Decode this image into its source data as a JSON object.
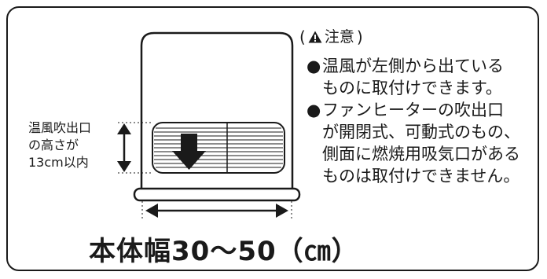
{
  "height_note": {
    "lines": [
      "温風吹出口",
      "の高さが",
      "13cm以内"
    ]
  },
  "caution": {
    "title": "注意",
    "bullet_glyph": "●",
    "items": [
      {
        "lines": [
          "温風が左側から出ている",
          "ものに取付けできます。"
        ]
      },
      {
        "lines": [
          "ファンヒーターの吹出口",
          "が開閉式、可動式のもの、",
          "側面に燃焼用吸気口がある",
          "ものは取付けできません。"
        ]
      }
    ]
  },
  "width_label": "本体幅30～50（㎝）",
  "colors": {
    "ink": "#1a1a1a",
    "background": "#ffffff"
  },
  "icons": [
    "warning-triangle-icon",
    "down-arrow-icon",
    "vertical-double-arrow-icon",
    "horizontal-double-arrow-icon"
  ]
}
